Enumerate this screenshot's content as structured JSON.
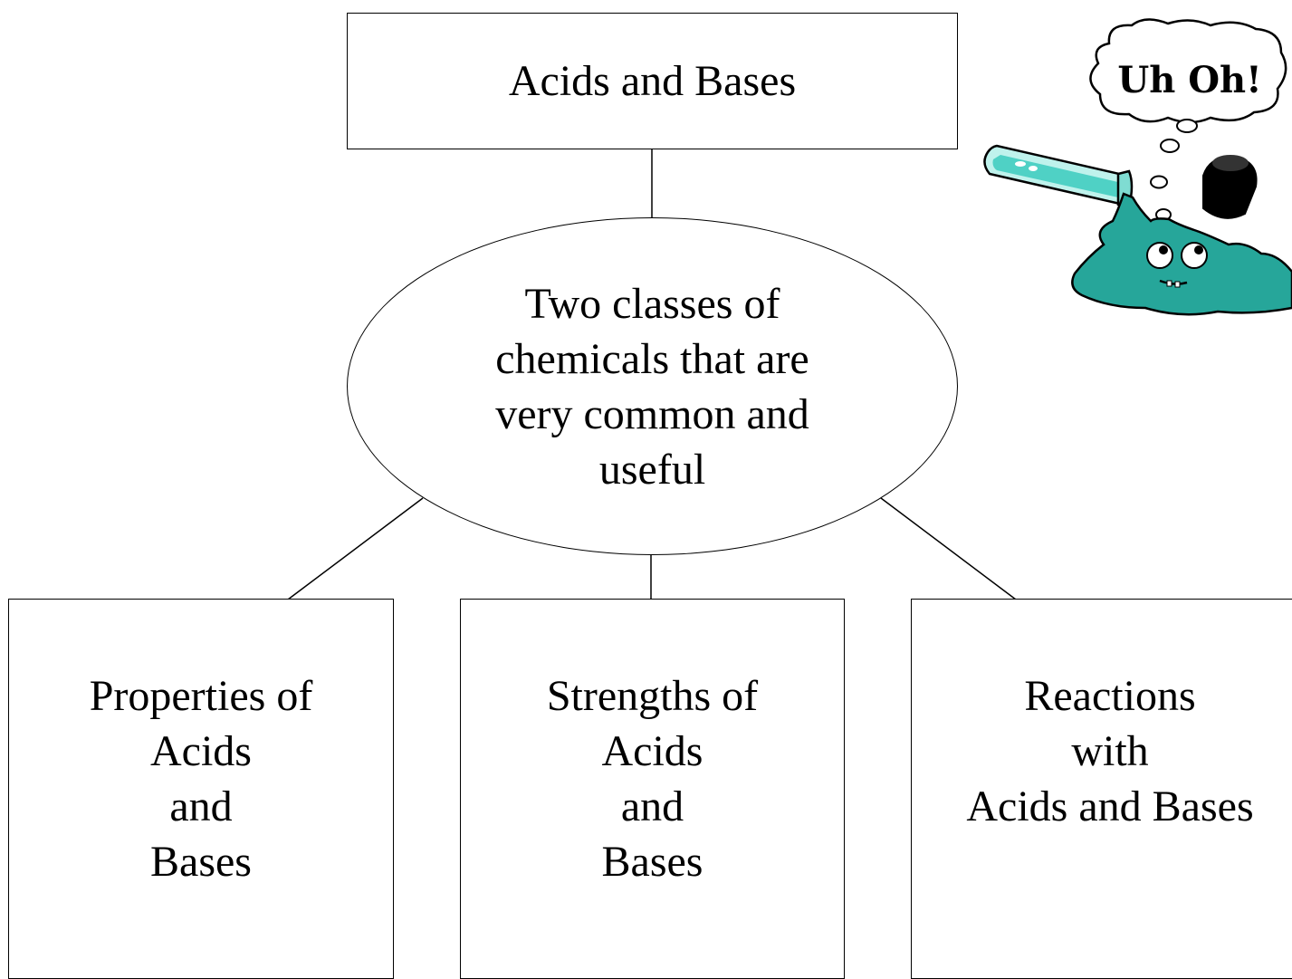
{
  "root": {
    "label": "Acids and Bases"
  },
  "definition": {
    "lines": [
      "Two classes of",
      "chemicals that are",
      "very common and",
      "useful"
    ]
  },
  "children": [
    {
      "lines": [
        "Properties of",
        "Acids",
        "and",
        "Bases"
      ]
    },
    {
      "lines": [
        "Strengths of",
        "Acids",
        "and",
        "Bases"
      ]
    },
    {
      "lines": [
        "Reactions",
        "with",
        "Acids and Bases"
      ]
    }
  ],
  "clipart": {
    "bubble_text": "Uh Oh!",
    "liquid_color": "#26a69a",
    "tube_color": "#4fd1c5",
    "stopper_color": "#000000"
  }
}
